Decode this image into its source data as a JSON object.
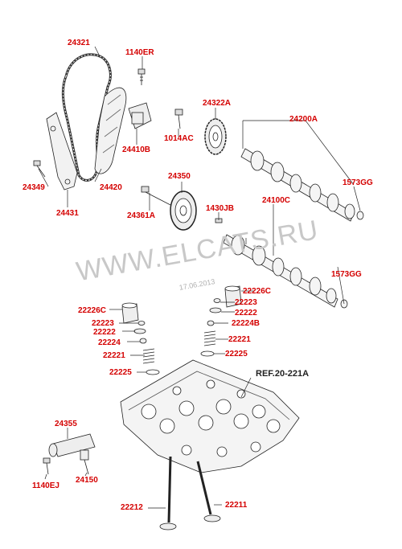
{
  "watermark": {
    "text": "WWW.ELCATS.RU",
    "date": "17.06.2013"
  },
  "reference": "REF.20-221A",
  "labels": {
    "p24321": "24321",
    "p1140ER": "1140ER",
    "p24322A": "24322A",
    "p24200A": "24200A",
    "p1014AC": "1014AC",
    "p24410B": "24410B",
    "p24349": "24349",
    "p24420": "24420",
    "p24350": "24350",
    "p1573GG_a": "1573GG",
    "p24431": "24431",
    "p24361A": "24361A",
    "p1430JB": "1430JB",
    "p24100C": "24100C",
    "p1573GG_b": "1573GG",
    "p22226C_r": "22226C",
    "p22223_r": "22223",
    "p22222_r": "22222",
    "p22224B": "22224B",
    "p22221_r": "22221",
    "p22225_r": "22225",
    "p22226C_l": "22226C",
    "p22223_l": "22223",
    "p22222_l": "22222",
    "p22224": "22224",
    "p22221_l": "22221",
    "p22225_l": "22225",
    "p24355": "24355",
    "p1140EJ": "1140EJ",
    "p24150": "24150",
    "p22212": "22212",
    "p22211": "22211"
  }
}
